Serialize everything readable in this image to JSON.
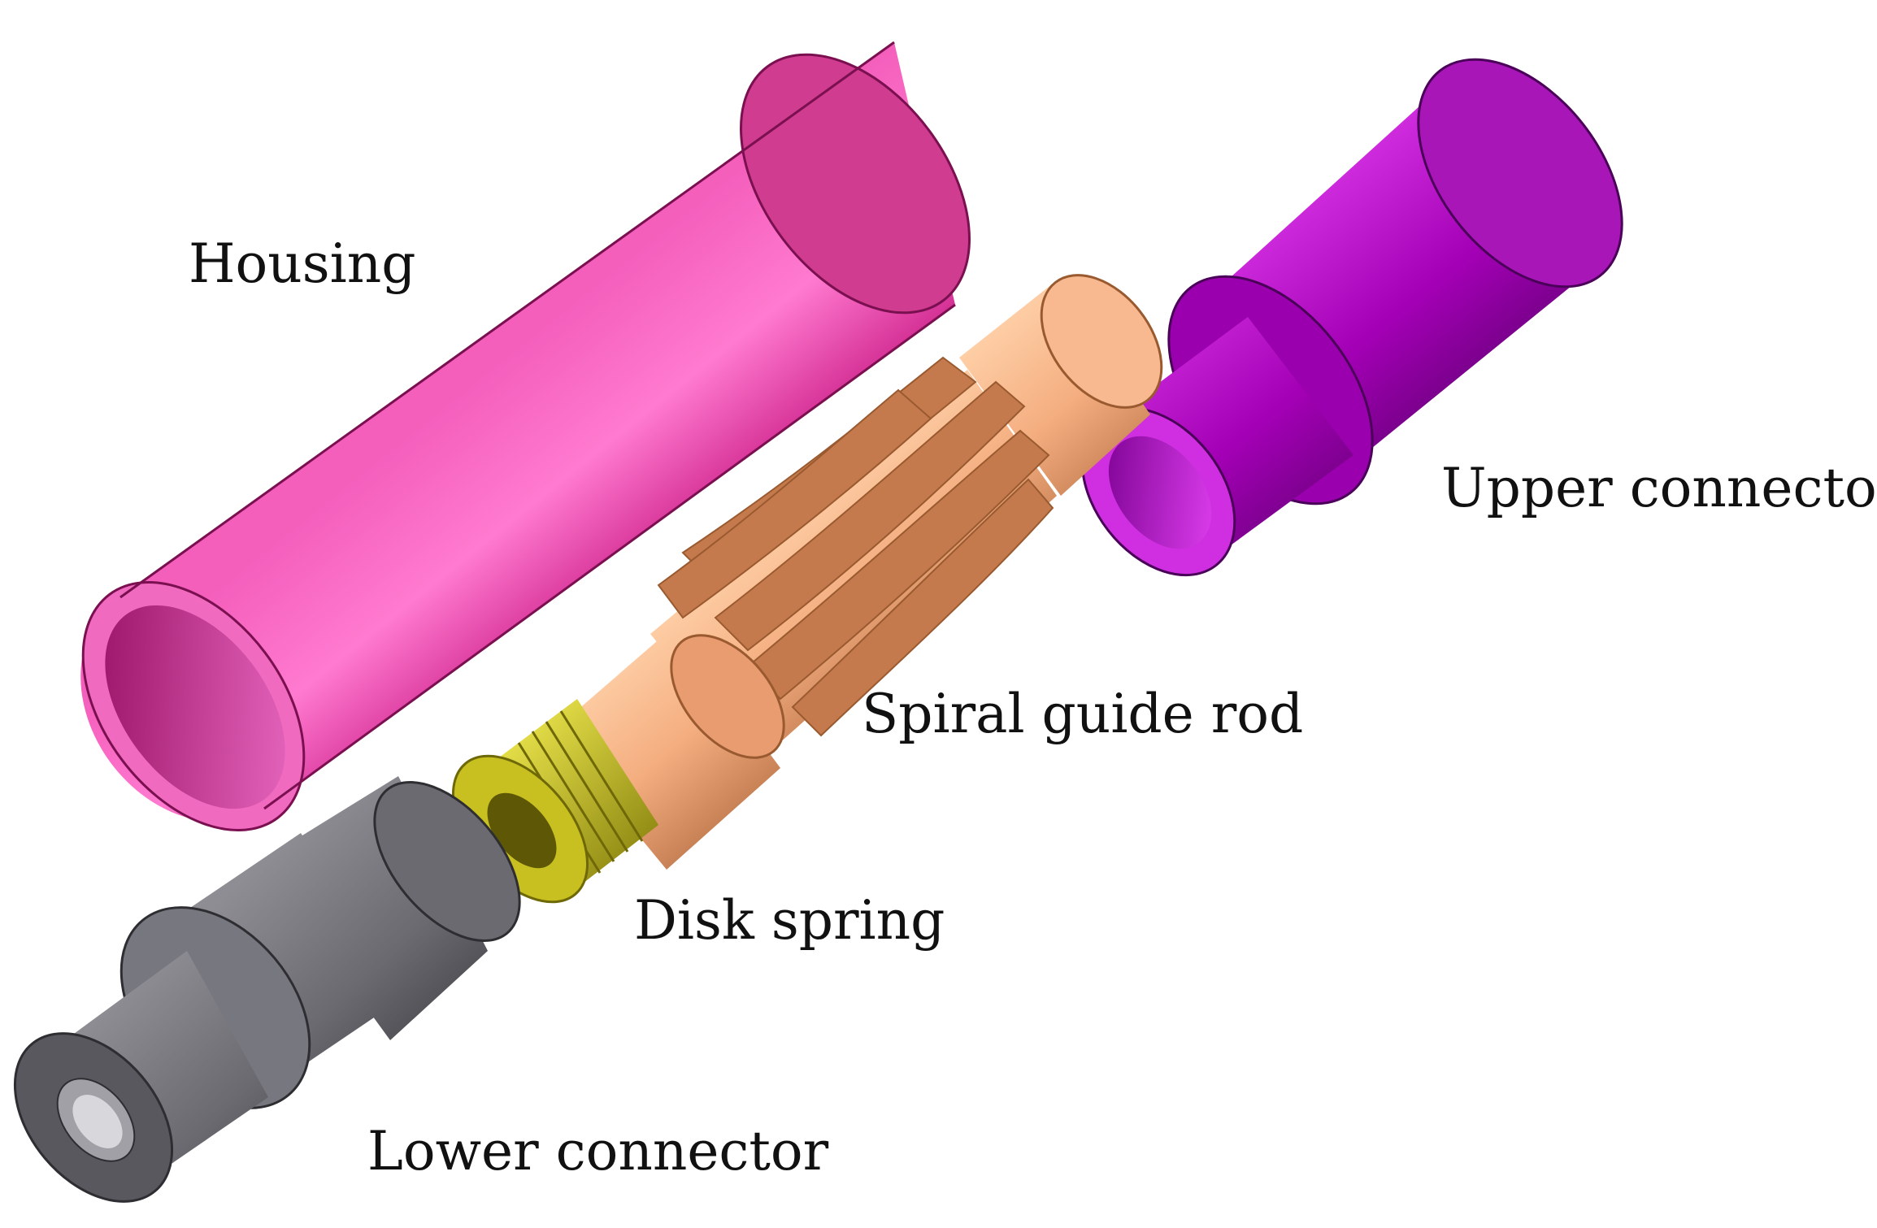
{
  "labels": {
    "housing": "Housing",
    "upper_connector": "Upper connector",
    "spiral_guide_rod": "Spiral guide rod",
    "disk_spring": "Disk spring",
    "lower_connector": "Lower connector"
  },
  "colors": {
    "housing": "#e0339a",
    "upper_connector": "#b000c0",
    "spiral_guide_rod": "#f0a878",
    "disk_spring": "#c8c020",
    "lower_connector": "#6e6e74"
  }
}
